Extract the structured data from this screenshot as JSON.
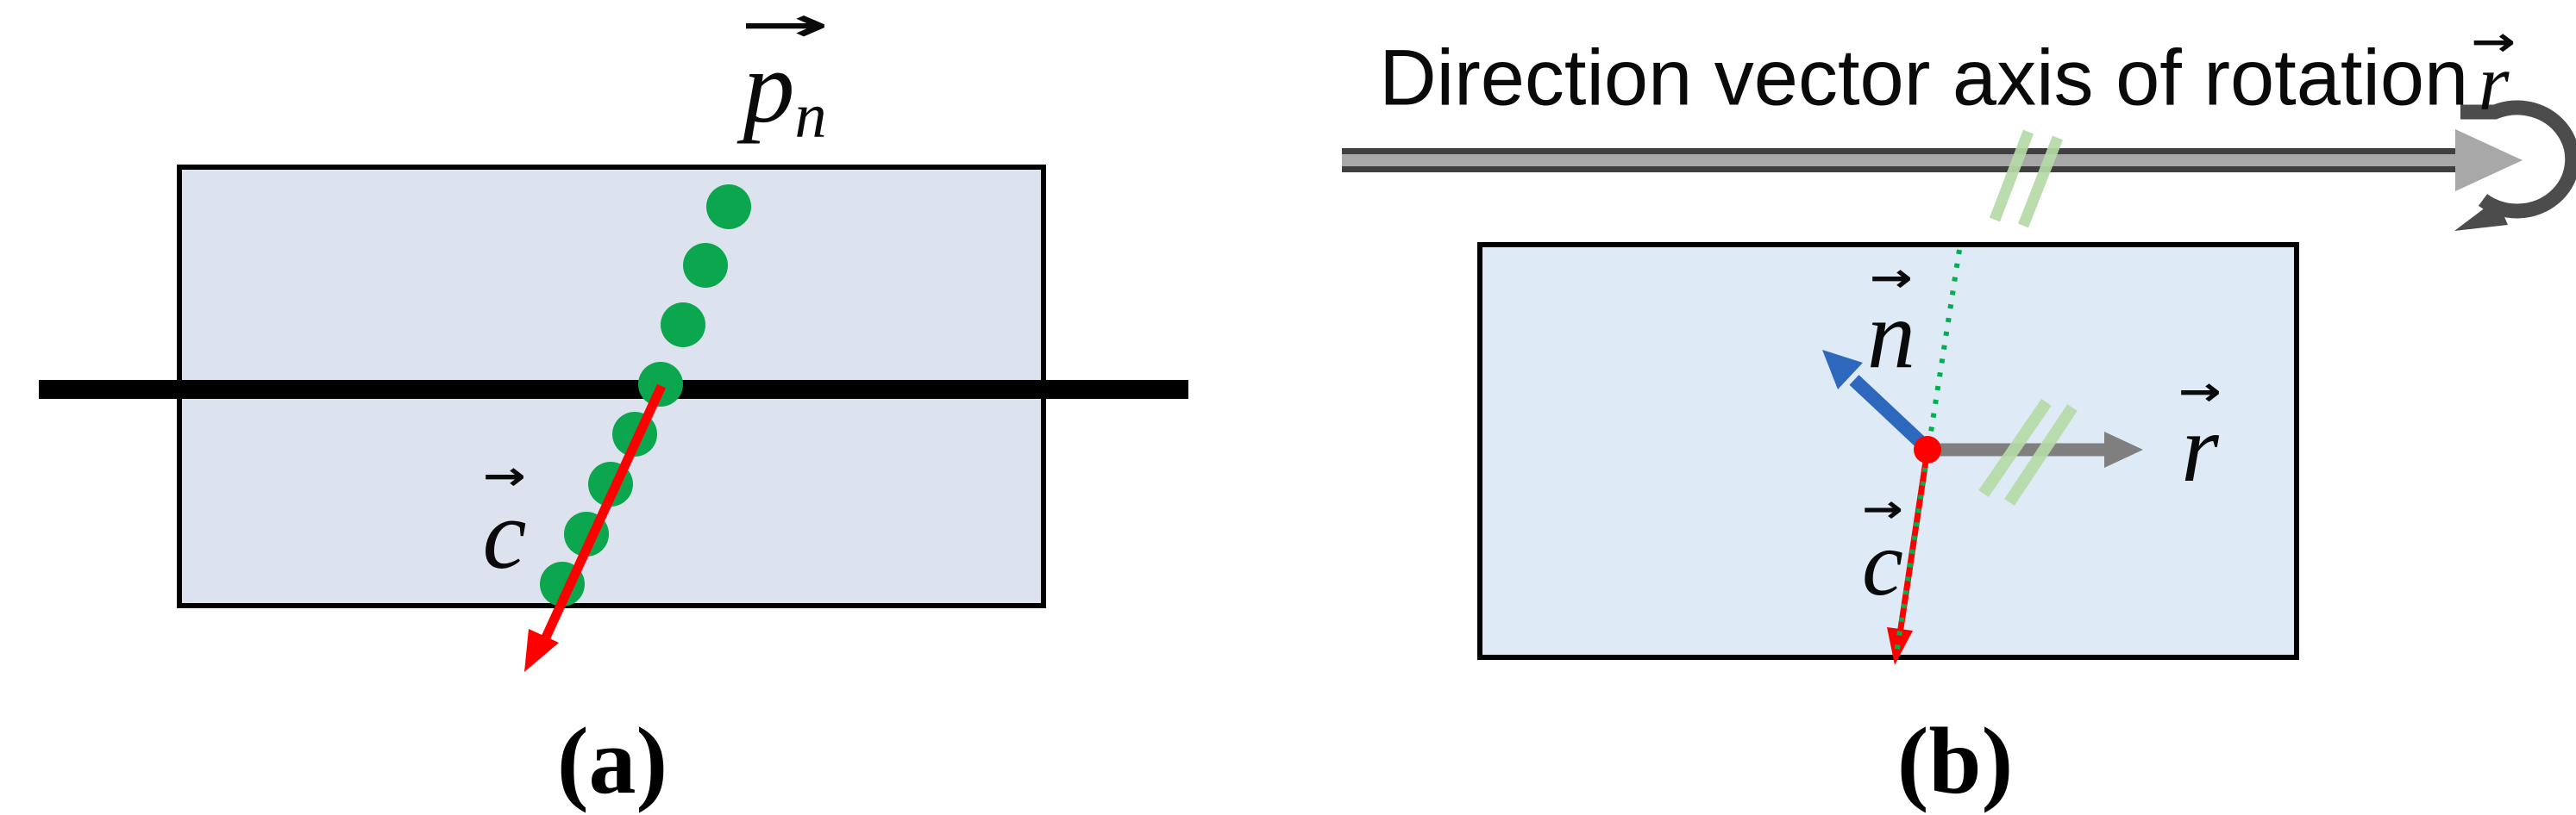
{
  "figure": {
    "type": "two-panel optics diagram",
    "panels": [
      "a",
      "b"
    ]
  },
  "icons": {
    "vector_arrow": "→"
  },
  "panel_a": {
    "caption": "(a)",
    "labels": {
      "trajectory_base": "p",
      "trajectory_sub": "n",
      "ray": "c"
    }
  },
  "panel_b": {
    "caption": "(b)",
    "title_text": "Direction vector axis of rotation",
    "title_vector": "r",
    "labels": {
      "normal": "n",
      "axis": "r",
      "ray": "c"
    }
  },
  "colors": {
    "slab_fill_a": "#dce3ef",
    "slab_fill_b": "#deeaf6",
    "slab_border": "#000000",
    "interface_line": "#000000",
    "dot_green": "#0ca64f",
    "dashed_green": "#00b050",
    "parallel_mark_green": "#b6dba8",
    "ray_red": "#fe0000",
    "normal_blue": "#2d68bd",
    "axis_vector_gray": "#7f7f7f",
    "axis_bar_light": "#a8a8a8",
    "axis_bar_dark": "#3f3f3f",
    "rotation_arrow_gray": "#4c4c4c"
  }
}
